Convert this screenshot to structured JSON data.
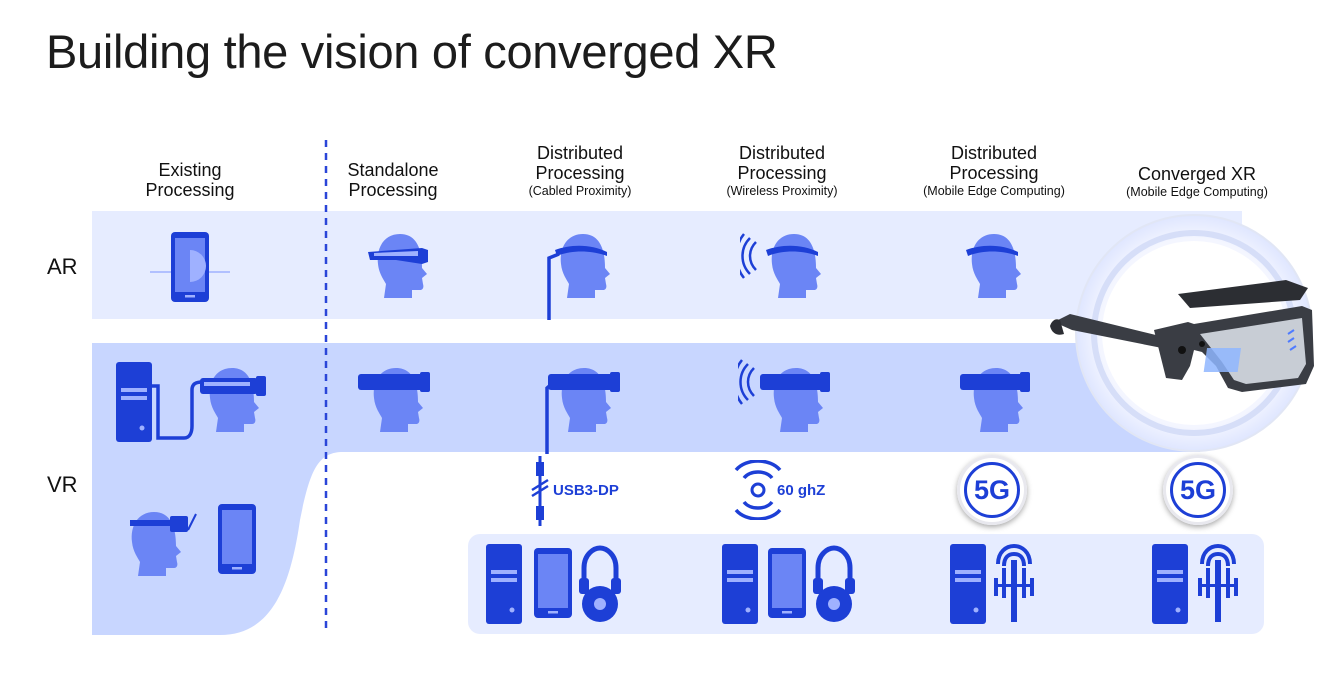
{
  "title": "Building the vision of converged XR",
  "row_labels": {
    "ar": "AR",
    "vr": "VR"
  },
  "columns": [
    {
      "line1": "Existing",
      "line2": "Processing",
      "sub": ""
    },
    {
      "line1": "Standalone",
      "line2": "Processing",
      "sub": ""
    },
    {
      "line1": "Distributed",
      "line2": "Processing",
      "sub": "(Cabled Proximity)"
    },
    {
      "line1": "Distributed",
      "line2": "Processing",
      "sub": "(Wireless Proximity)"
    },
    {
      "line1": "Distributed",
      "line2": "Processing",
      "sub": "(Mobile Edge Computing)"
    },
    {
      "line1": "Converged XR",
      "line2": "",
      "sub": "(Mobile Edge Computing)"
    }
  ],
  "connections": {
    "cabled": "USB3-DP",
    "wireless": "60 ghZ",
    "mec": "5G",
    "converged": "5G"
  },
  "colors": {
    "ar_band": "#e6ecff",
    "vr_band": "#c8d6ff",
    "icon_blue": "#1d3fd6",
    "icon_light": "#6b85f5",
    "divider": "#2a45d8"
  },
  "icons": [
    "phone-icon",
    "ar-headset-head-icon",
    "vr-headset-head-icon",
    "pc-tower-icon",
    "phone-vr-icon",
    "cable-icon",
    "wireless-icon",
    "5g-icon",
    "headphones-icon",
    "edge-tower-icon",
    "smart-glasses-icon"
  ]
}
